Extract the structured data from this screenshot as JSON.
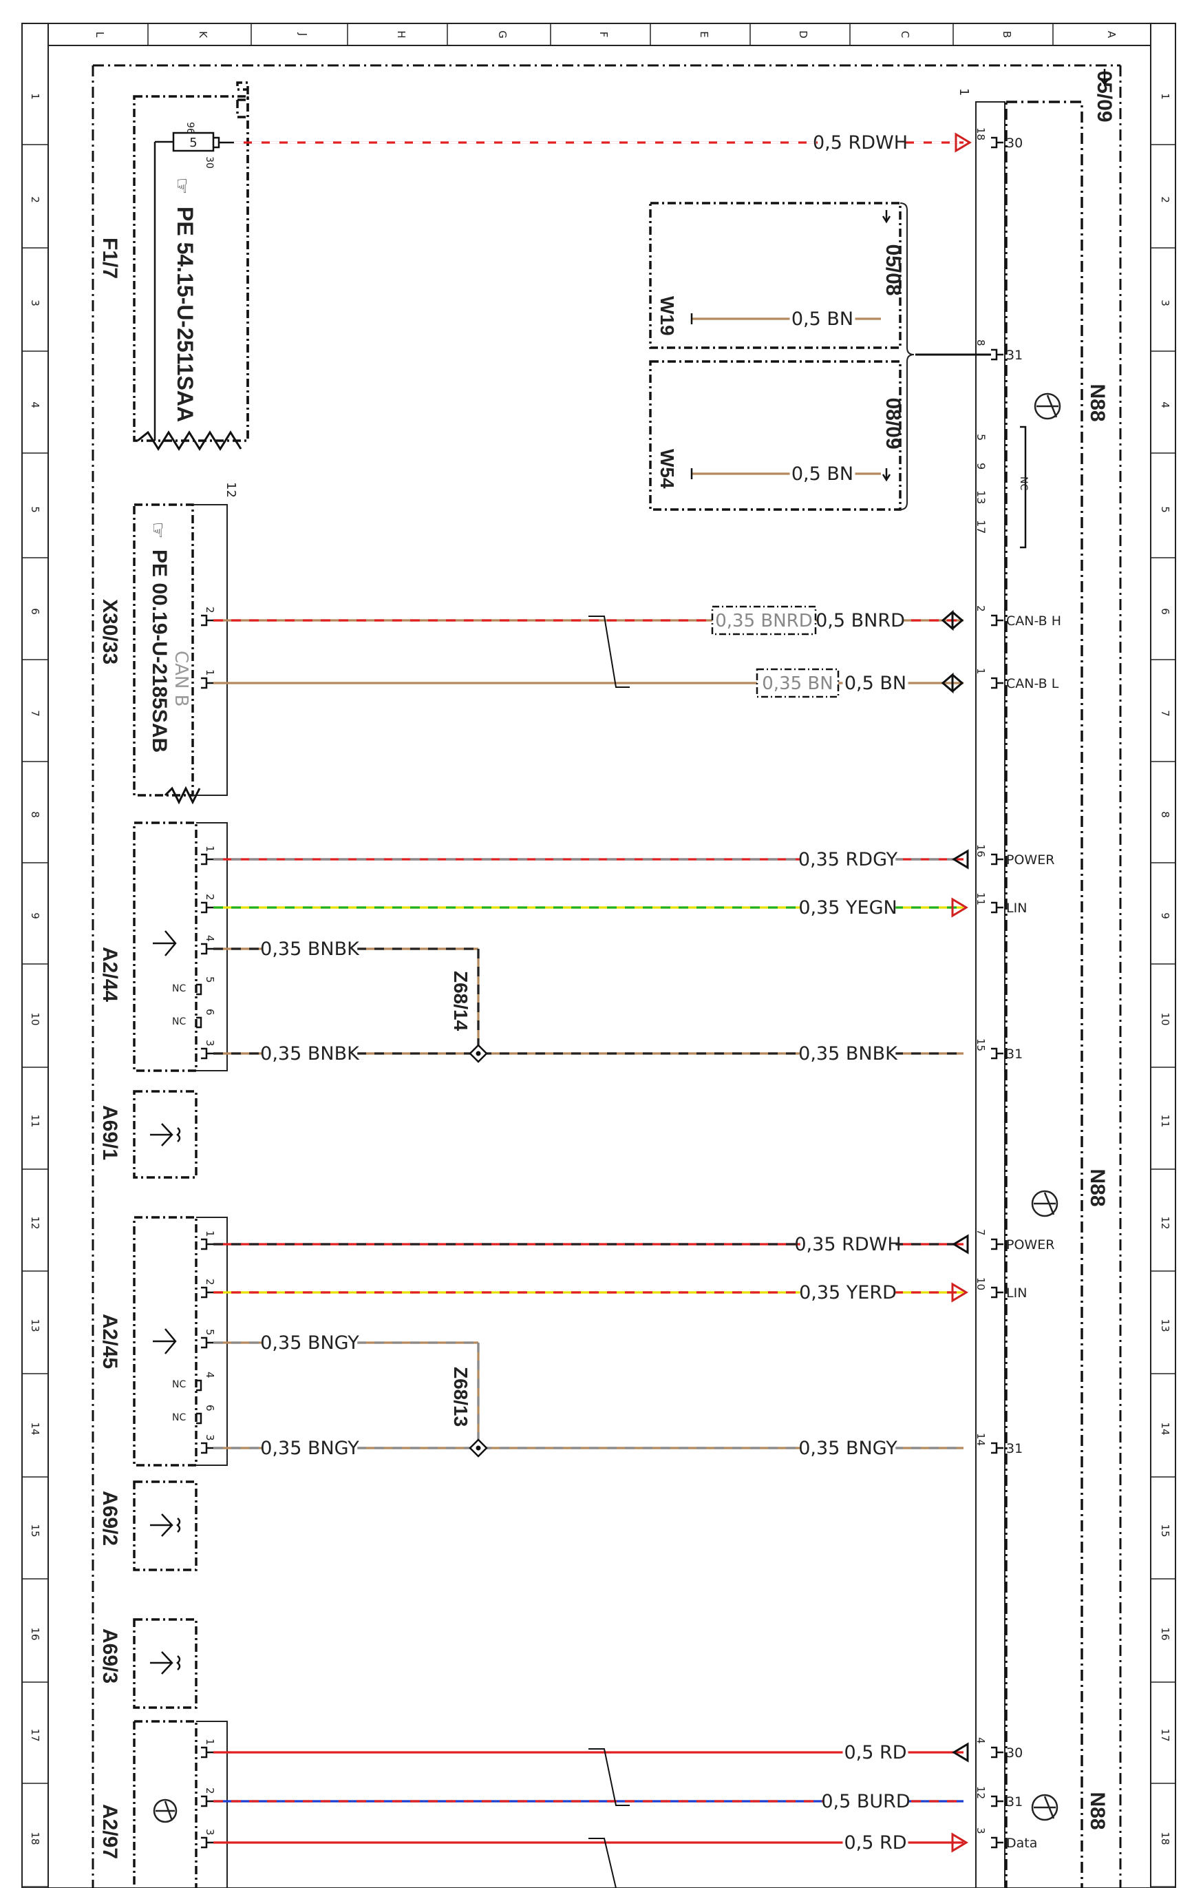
{
  "sheet": {
    "column_letters": [
      "L",
      "K",
      "J",
      "H",
      "G",
      "F",
      "E",
      "D",
      "C",
      "B",
      "A"
    ],
    "row_numbers": [
      "1",
      "2",
      "3",
      "4",
      "5",
      "6",
      "7",
      "8",
      "9",
      "10",
      "11",
      "12",
      "13",
      "14",
      "15",
      "16",
      "17",
      "18"
    ],
    "cross_refs": [
      "05/09",
      "05/08",
      "08/09"
    ]
  },
  "components": {
    "f17": {
      "ref": "F1/7",
      "pe": "PE 54.15-U-2511SAA",
      "fuse_no": "5",
      "pin_top": "96",
      "pin_bottom": "30"
    },
    "x3033": {
      "ref": "X30/33",
      "pe": "PE 00.19-U-2185SAB",
      "label": "CAN B",
      "corner": "12"
    },
    "a244": {
      "ref": "A2/44"
    },
    "a691": {
      "ref": "A69/1"
    },
    "a245": {
      "ref": "A2/45"
    },
    "a692": {
      "ref": "A69/2"
    },
    "a693": {
      "ref": "A69/3"
    },
    "a297": {
      "ref": "A2/97"
    },
    "n88": {
      "ref": "N88",
      "corner": "1"
    },
    "w19": {
      "ref": "W19"
    },
    "w54": {
      "ref": "W54"
    },
    "z6814": {
      "ref": "Z68/14"
    },
    "z6813": {
      "ref": "Z68/13"
    },
    "nc_label": "NC"
  },
  "wires": [
    {
      "id": "w1",
      "label": "0,5 RDWH",
      "colors": [
        "#e02020",
        "#ffffff"
      ],
      "pin_n88": "18",
      "sig": "30"
    },
    {
      "id": "w19",
      "label": "0,5 BN",
      "colors": [
        "#b5895c"
      ]
    },
    {
      "id": "w54",
      "label": "0,5 BN",
      "colors": [
        "#b5895c"
      ],
      "pin_n88": "8",
      "sig": "31"
    },
    {
      "id": "canh",
      "label": "0,5 BNRD",
      "alt": "0,35 BNRD",
      "colors": [
        "#b5895c",
        "#e02020"
      ],
      "pin_x": "2",
      "pin_n88": "2",
      "sig": "CAN-B H"
    },
    {
      "id": "canl",
      "label": "0,5 BN",
      "alt": "0,35 BN",
      "colors": [
        "#b5895c"
      ],
      "pin_x": "1",
      "pin_n88": "1",
      "sig": "CAN-B L"
    },
    {
      "id": "p44",
      "label": "0,35 RDGY",
      "colors": [
        "#e02020",
        "#8a8a8a"
      ],
      "pin_a": "1",
      "pin_n88": "16",
      "sig": "POWER"
    },
    {
      "id": "l44",
      "label": "0,35 YEGN",
      "colors": [
        "#e8e000",
        "#20b020"
      ],
      "pin_a": "2",
      "pin_n88": "11",
      "sig": "LIN"
    },
    {
      "id": "g44a",
      "label": "0,35 BNBK",
      "colors": [
        "#b5895c",
        "#222222"
      ],
      "pin_a": "4"
    },
    {
      "id": "g44b",
      "label": "0,35 BNBK",
      "colors": [
        "#b5895c",
        "#222222"
      ],
      "pin_a": "3"
    },
    {
      "id": "g44c",
      "label": "0,35 BNBK",
      "colors": [
        "#b5895c",
        "#222222"
      ],
      "pin_n88": "15",
      "sig": "31"
    },
    {
      "id": "p45",
      "label": "0,35 RDWH",
      "colors": [
        "#e02020",
        "#222222"
      ],
      "pin_a": "1",
      "pin_n88": "7",
      "sig": "POWER"
    },
    {
      "id": "l45",
      "label": "0,35 YERD",
      "colors": [
        "#e8e000",
        "#e02020"
      ],
      "pin_a": "2",
      "pin_n88": "10",
      "sig": "LIN"
    },
    {
      "id": "g45a",
      "label": "0,35 BNGY",
      "colors": [
        "#b5895c",
        "#8a8a8a"
      ],
      "pin_a": "5"
    },
    {
      "id": "g45b",
      "label": "0,35 BNGY",
      "colors": [
        "#b5895c",
        "#8a8a8a"
      ],
      "pin_a": "3"
    },
    {
      "id": "g45c",
      "label": "0,35 BNGY",
      "colors": [
        "#b5895c",
        "#8a8a8a"
      ],
      "pin_n88": "14",
      "sig": "31"
    },
    {
      "id": "r97a",
      "label": "0,5 RD",
      "colors": [
        "#e02020"
      ],
      "pin_a": "1",
      "pin_n88": "4",
      "sig": "30"
    },
    {
      "id": "r97b",
      "label": "0,5 BURD",
      "colors": [
        "#1a3fd0",
        "#e02020"
      ],
      "pin_a": "2",
      "pin_n88": "12",
      "sig": "31"
    },
    {
      "id": "r97c",
      "label": "0,5 RD",
      "colors": [
        "#e02020"
      ],
      "pin_a": "3",
      "pin_n88": "3",
      "sig": "Data"
    }
  ],
  "pins": {
    "a44_pins": [
      "4",
      "5",
      "6",
      "3"
    ],
    "a45_pins": [
      "5",
      "4",
      "6",
      "3"
    ],
    "n88_nc_pins": [
      "5",
      "9",
      "13",
      "17"
    ]
  }
}
